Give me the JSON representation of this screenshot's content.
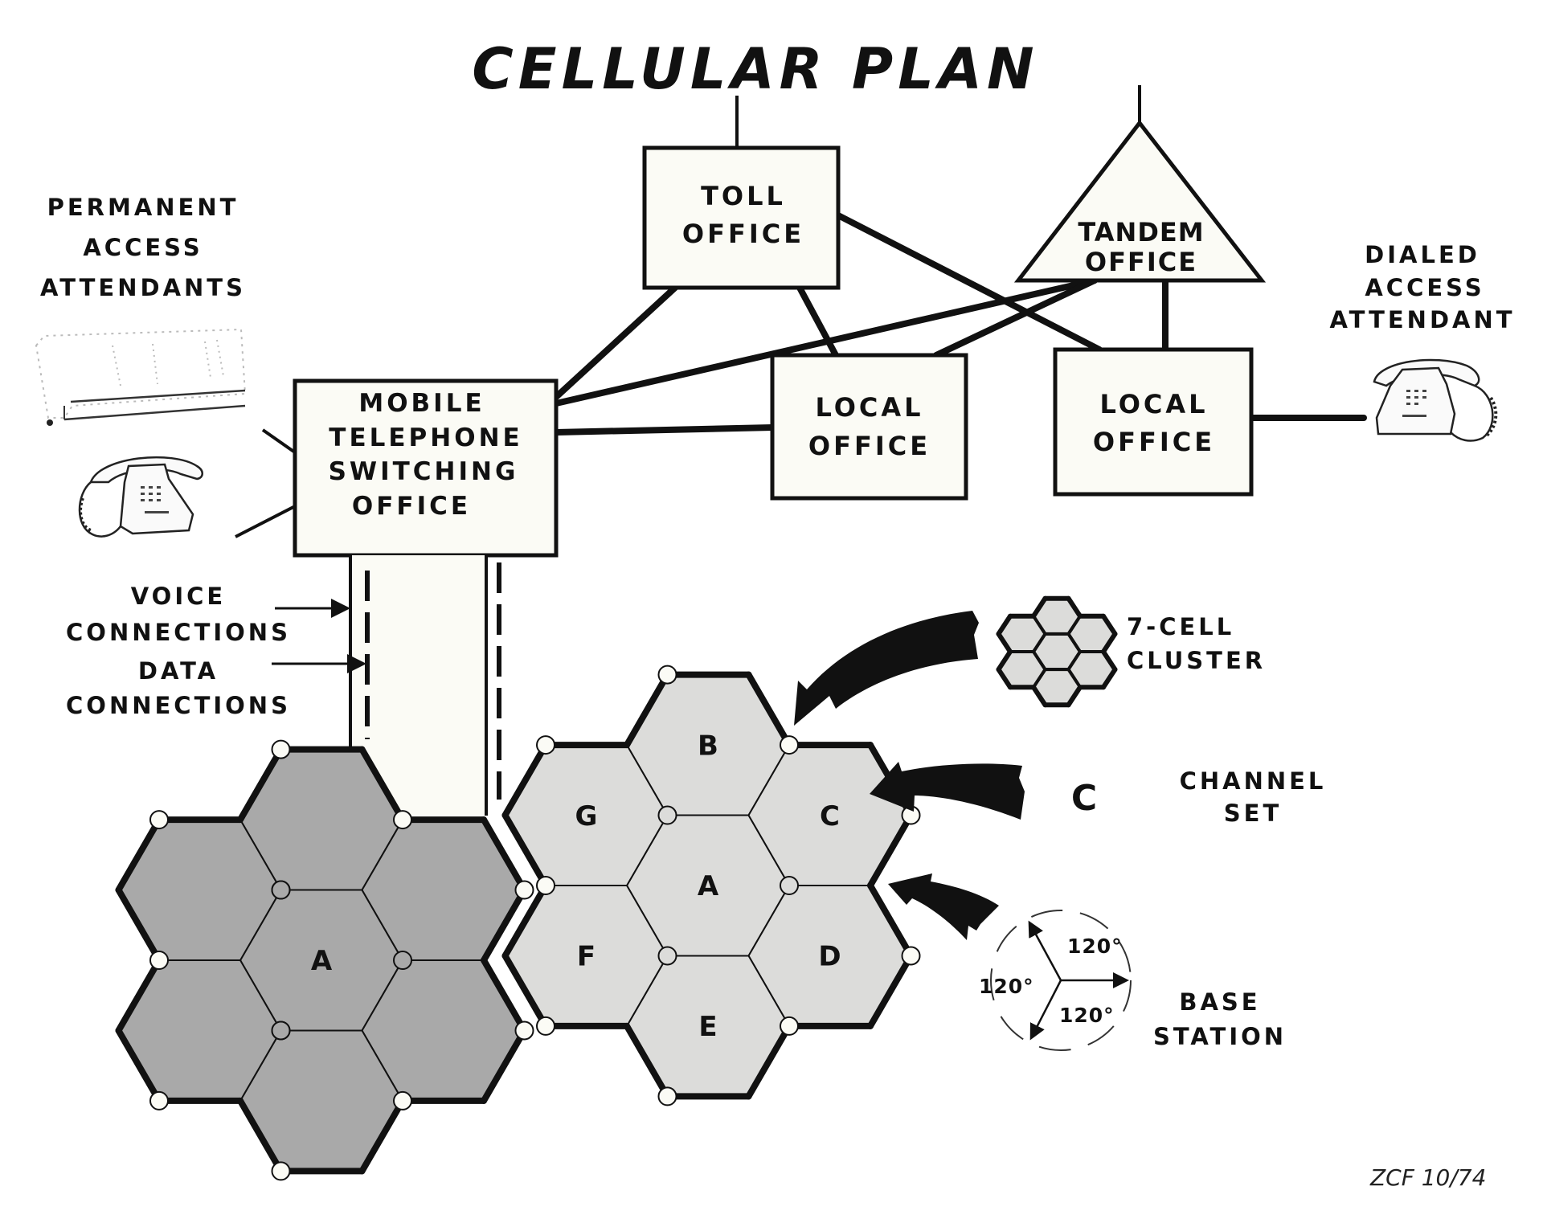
{
  "title": "CELLULAR PLAN",
  "signature": "ZCF 10/74",
  "colors": {
    "ink": "#111111",
    "office_fill": "#fbfbf5",
    "cluster_dark_fill": "#a9a9a9",
    "cluster_light_fill": "#dcdcda",
    "vertex_marker": "#fbfbf5"
  },
  "offices": {
    "toll": [
      "TOLL",
      "OFFICE"
    ],
    "tandem": [
      "TANDEM",
      "OFFICE"
    ],
    "mtso": [
      "MOBILE",
      "TELEPHONE",
      "SWITCHING",
      "OFFICE"
    ],
    "local_1": [
      "LOCAL",
      "OFFICE"
    ],
    "local_2": [
      "LOCAL",
      "OFFICE"
    ]
  },
  "labels": {
    "permanent_access": [
      "PERMANENT",
      "ACCESS",
      "ATTENDANTS"
    ],
    "dialed_access": [
      "DIALED",
      "ACCESS",
      "ATTENDANT"
    ],
    "voice_connections": [
      "VOICE",
      "CONNECTIONS"
    ],
    "data_connections": [
      "DATA",
      "CONNECTIONS"
    ],
    "seven_cell_cluster": [
      "7-CELL",
      "CLUSTER"
    ],
    "channel_set_letter": "C",
    "channel_set": [
      "CHANNEL",
      "SET"
    ],
    "base_station": [
      "BASE",
      "STATION"
    ],
    "sector_angles": [
      "120°",
      "120°",
      "120°"
    ]
  },
  "clusters": {
    "left": {
      "center_label": "A",
      "cells": [
        "A",
        "",
        "",
        "",
        "",
        "",
        ""
      ]
    },
    "right": {
      "cells": [
        "A",
        "B",
        "C",
        "D",
        "E",
        "F",
        "G"
      ]
    }
  },
  "icons": {
    "attendant_console": "console-icon",
    "left_telephone": "telephone-icon",
    "right_telephone": "telephone-icon"
  }
}
